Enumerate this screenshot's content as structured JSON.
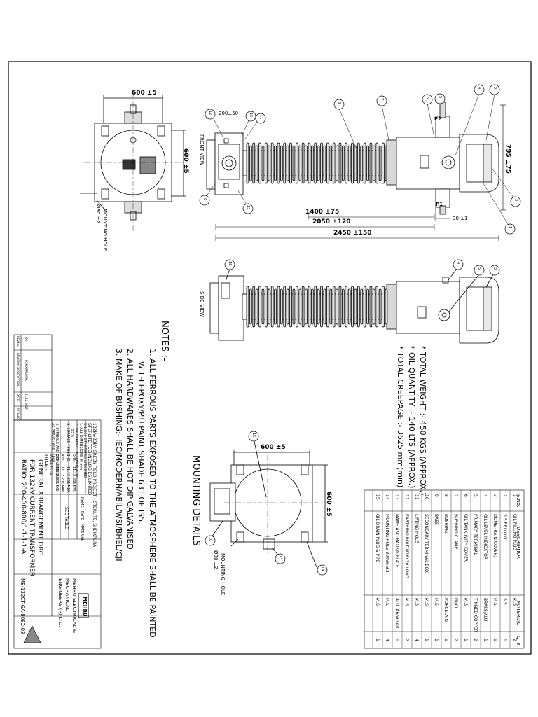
{
  "views": {
    "front_view": "FRONT VIEW",
    "side_view": "SIDE VIEW",
    "mounting_details": "MOUNTING DETAILS"
  },
  "dimensions": {
    "base_width": "600 ±5",
    "base_height": "600 ±5",
    "box_width": "200±50",
    "mounting_hole": "MOUNTING HOLE",
    "mounting_hole_dia": "Ø30 ±2",
    "overall_height": "795 ±75",
    "d1400": "1400 ±75",
    "d2050": "2050 ±120",
    "d2450": "2450 ±150",
    "d30": "30 ±1",
    "p1": "P1",
    "p2": "P2",
    "md_width": "600 ±5",
    "md_height": "600 ±5"
  },
  "balloons": {
    "b1": "1",
    "b2": "2",
    "b3": "3",
    "b4": "4",
    "b5": "5",
    "b6": "6",
    "b7": "7",
    "b8": "8",
    "b9": "9",
    "b10": "10",
    "b11": "11",
    "b12": "12",
    "b13": "13",
    "b14": "14",
    "b15": "15",
    "b16": "16"
  },
  "specs": {
    "weight": "* TOTAL WEIGHT :- 450 KGS (APPROX.)",
    "oil": "* OIL QUANTITY :- 140 LTS (APPROX.)",
    "creepage": "* TOTAL CREEPAGE :- 3625 mm(min)"
  },
  "notes": {
    "heading": "NOTES :-",
    "n1a": "1. ALL FERROUS PARTS EXPOSED TO THE ATMOSPHERE SHALL BE PAINTED",
    "n1b": "WITH EPOXY/P.U PAINT SHADE 631 OF IS5.",
    "n2": "2. ALL HARDWARES SHALL BE HOT DIP GALVANISED",
    "n3": "3. MAKE OF BUSHING:- IEC/MODERN/ABIL/WSI/BHEL/CJI"
  },
  "bom": {
    "headers": {
      "sno": "S.No.",
      "desc": "DESCRIPTION",
      "mat": "MATERIAL",
      "qty": "QTY"
    },
    "rows": [
      {
        "sno": "1",
        "desc": "OIL FILLING PLUG",
        "mat": "M.S",
        "qty": "2"
      },
      {
        "sno": "2",
        "desc": "S.S BELLOW",
        "mat": "S.S",
        "qty": "1"
      },
      {
        "sno": "3",
        "desc": "DOME (RAIN COVER)",
        "mat": "M.S",
        "qty": "1"
      },
      {
        "sno": "4",
        "desc": "OIL LEVEL INDICATOR",
        "mat": "BRASS/ALU",
        "qty": "1"
      },
      {
        "sno": "5",
        "desc": "PRIMARY TERMINAL",
        "mat": "TINNED COPPER",
        "qty": "2"
      },
      {
        "sno": "6",
        "desc": "OIL TANK WITH COVER",
        "mat": "M.S",
        "qty": "1"
      },
      {
        "sno": "7",
        "desc": "BUSHING CLAMP",
        "mat": "GI/CI",
        "qty": "2"
      },
      {
        "sno": "8",
        "desc": "BUSHING",
        "mat": "PORCELAIN",
        "qty": "1"
      },
      {
        "sno": "9",
        "desc": "BASE",
        "mat": "M.S",
        "qty": "1"
      },
      {
        "sno": "10",
        "desc": "SECONDARY TERMINAL BOX",
        "mat": "M.S",
        "qty": "1"
      },
      {
        "sno": "11",
        "desc": "LIFTING HOLE",
        "mat": "M.S",
        "qty": "4"
      },
      {
        "sno": "12",
        "desc": "EARTHING BOLT M16x30 LONG",
        "mat": "M.S",
        "qty": "2"
      },
      {
        "sno": "13",
        "desc": "NAME AND RATING PLATE",
        "mat": "ALU. Anodised",
        "qty": "1"
      },
      {
        "sno": "14",
        "desc": "MOUNTING HOLE 30mm ±3",
        "mat": "M.S",
        "qty": "4"
      },
      {
        "sno": "15",
        "desc": "OIL DRAIN PLUG & PIPE",
        "mat": "M.S",
        "qty": "1"
      }
    ]
  },
  "title_block": {
    "project": "132kV-33kV GREEN FIELD PROJECT - STERLITE, SHEIKPURA",
    "client": "STERLITE TECHNOLOGIES LIMITED",
    "unless": "UNLESS OTHERWISE SPECIFIED",
    "spec1": "1. ALL DIMENSIONS IN mm",
    "spec2": "2. TOLERANCE ON DIMENSIONS",
    "spec2b": "±5%",
    "spec3": "3. SURFACE FINISH",
    "symbols": "4. SYMBOLS AND CONVENTIONS",
    "symbols2": "AS PER IS : 696 - 1960",
    "name_h": "NAME",
    "date_h": "DATE",
    "mat_h": "MATERIAL",
    "drn": "DRN.",
    "chd": "CHD.",
    "app": "APP.",
    "dts": "DTS.",
    "scale": "SCALE",
    "d1": "11.12.2017",
    "d2": "11.12.2017",
    "d3": "11.12.2017",
    "d4": "11.12.2017",
    "n1": "SPR",
    "n2": "MDR",
    "n3": "SAM",
    "n4": "SKS",
    "scale_v": "N.T.S",
    "see_table": "SEE TABLE",
    "title_label": "TITLE:-",
    "title1": "GENERAL ARRANGEMENT DRG.",
    "title2": "FOR 132kV CURRENT TRANSFORMER",
    "title3": "RATIO: 200-400-800/1-1-1-1-A",
    "company_logo": "MEHRU",
    "company1": "MEHRU ELECTRICAL &",
    "company2": "MECHANICAL",
    "company3": "ENGINEERS (P) LTD.",
    "drawing_no": "ME-132CT-GA-8082-03",
    "rev_no": "REV.No.",
    "rev_desc": "REVISION DESCRIPTION",
    "rev_date": "DATE",
    "rev_init": "INITIALS",
    "rev0": "00",
    "rev0_desc": "FOR APPROVAL",
    "rev0_date": "11.12.2017"
  }
}
